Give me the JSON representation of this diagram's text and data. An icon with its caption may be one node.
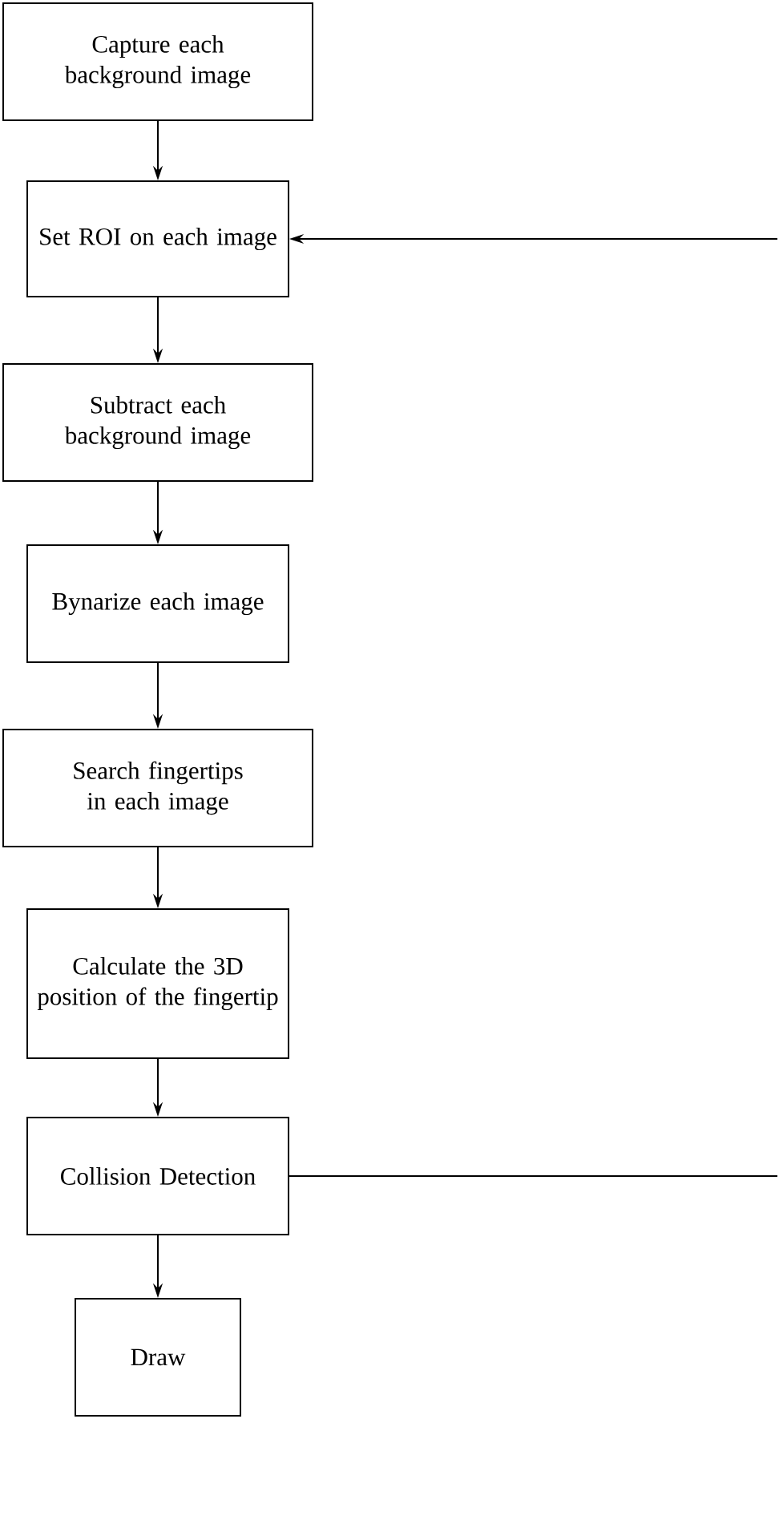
{
  "diagram": {
    "nodes": [
      {
        "text": [
          "Capture each background image"
        ]
      },
      {
        "text": [
          "Set ROI on each image"
        ]
      },
      {
        "text": [
          "Subtract each background image"
        ]
      },
      {
        "text": [
          "Bynarize each image"
        ]
      },
      {
        "text": [
          "Search fingertips in each image"
        ]
      },
      {
        "text": [
          "Calculate the 3D position of the fingertip"
        ]
      },
      {
        "text": [
          "Collision Detection"
        ]
      },
      {
        "text": [
          "Draw"
        ]
      }
    ],
    "edges": [
      {
        "from": 0,
        "to": 1,
        "arrow": "to"
      },
      {
        "from": 1,
        "to": 2,
        "arrow": "to"
      },
      {
        "from": 2,
        "to": 3,
        "arrow": "to"
      },
      {
        "from": 3,
        "to": 4,
        "arrow": "to"
      },
      {
        "from": 4,
        "to": 5,
        "arrow": "to"
      },
      {
        "from": 5,
        "to": 6,
        "arrow": "to"
      },
      {
        "from": 6,
        "to": 7,
        "arrow": "to"
      },
      {
        "from": 6,
        "to": null,
        "arrow": "none"
      },
      {
        "from": null,
        "to": 1,
        "arrow": "to"
      }
    ]
  }
}
